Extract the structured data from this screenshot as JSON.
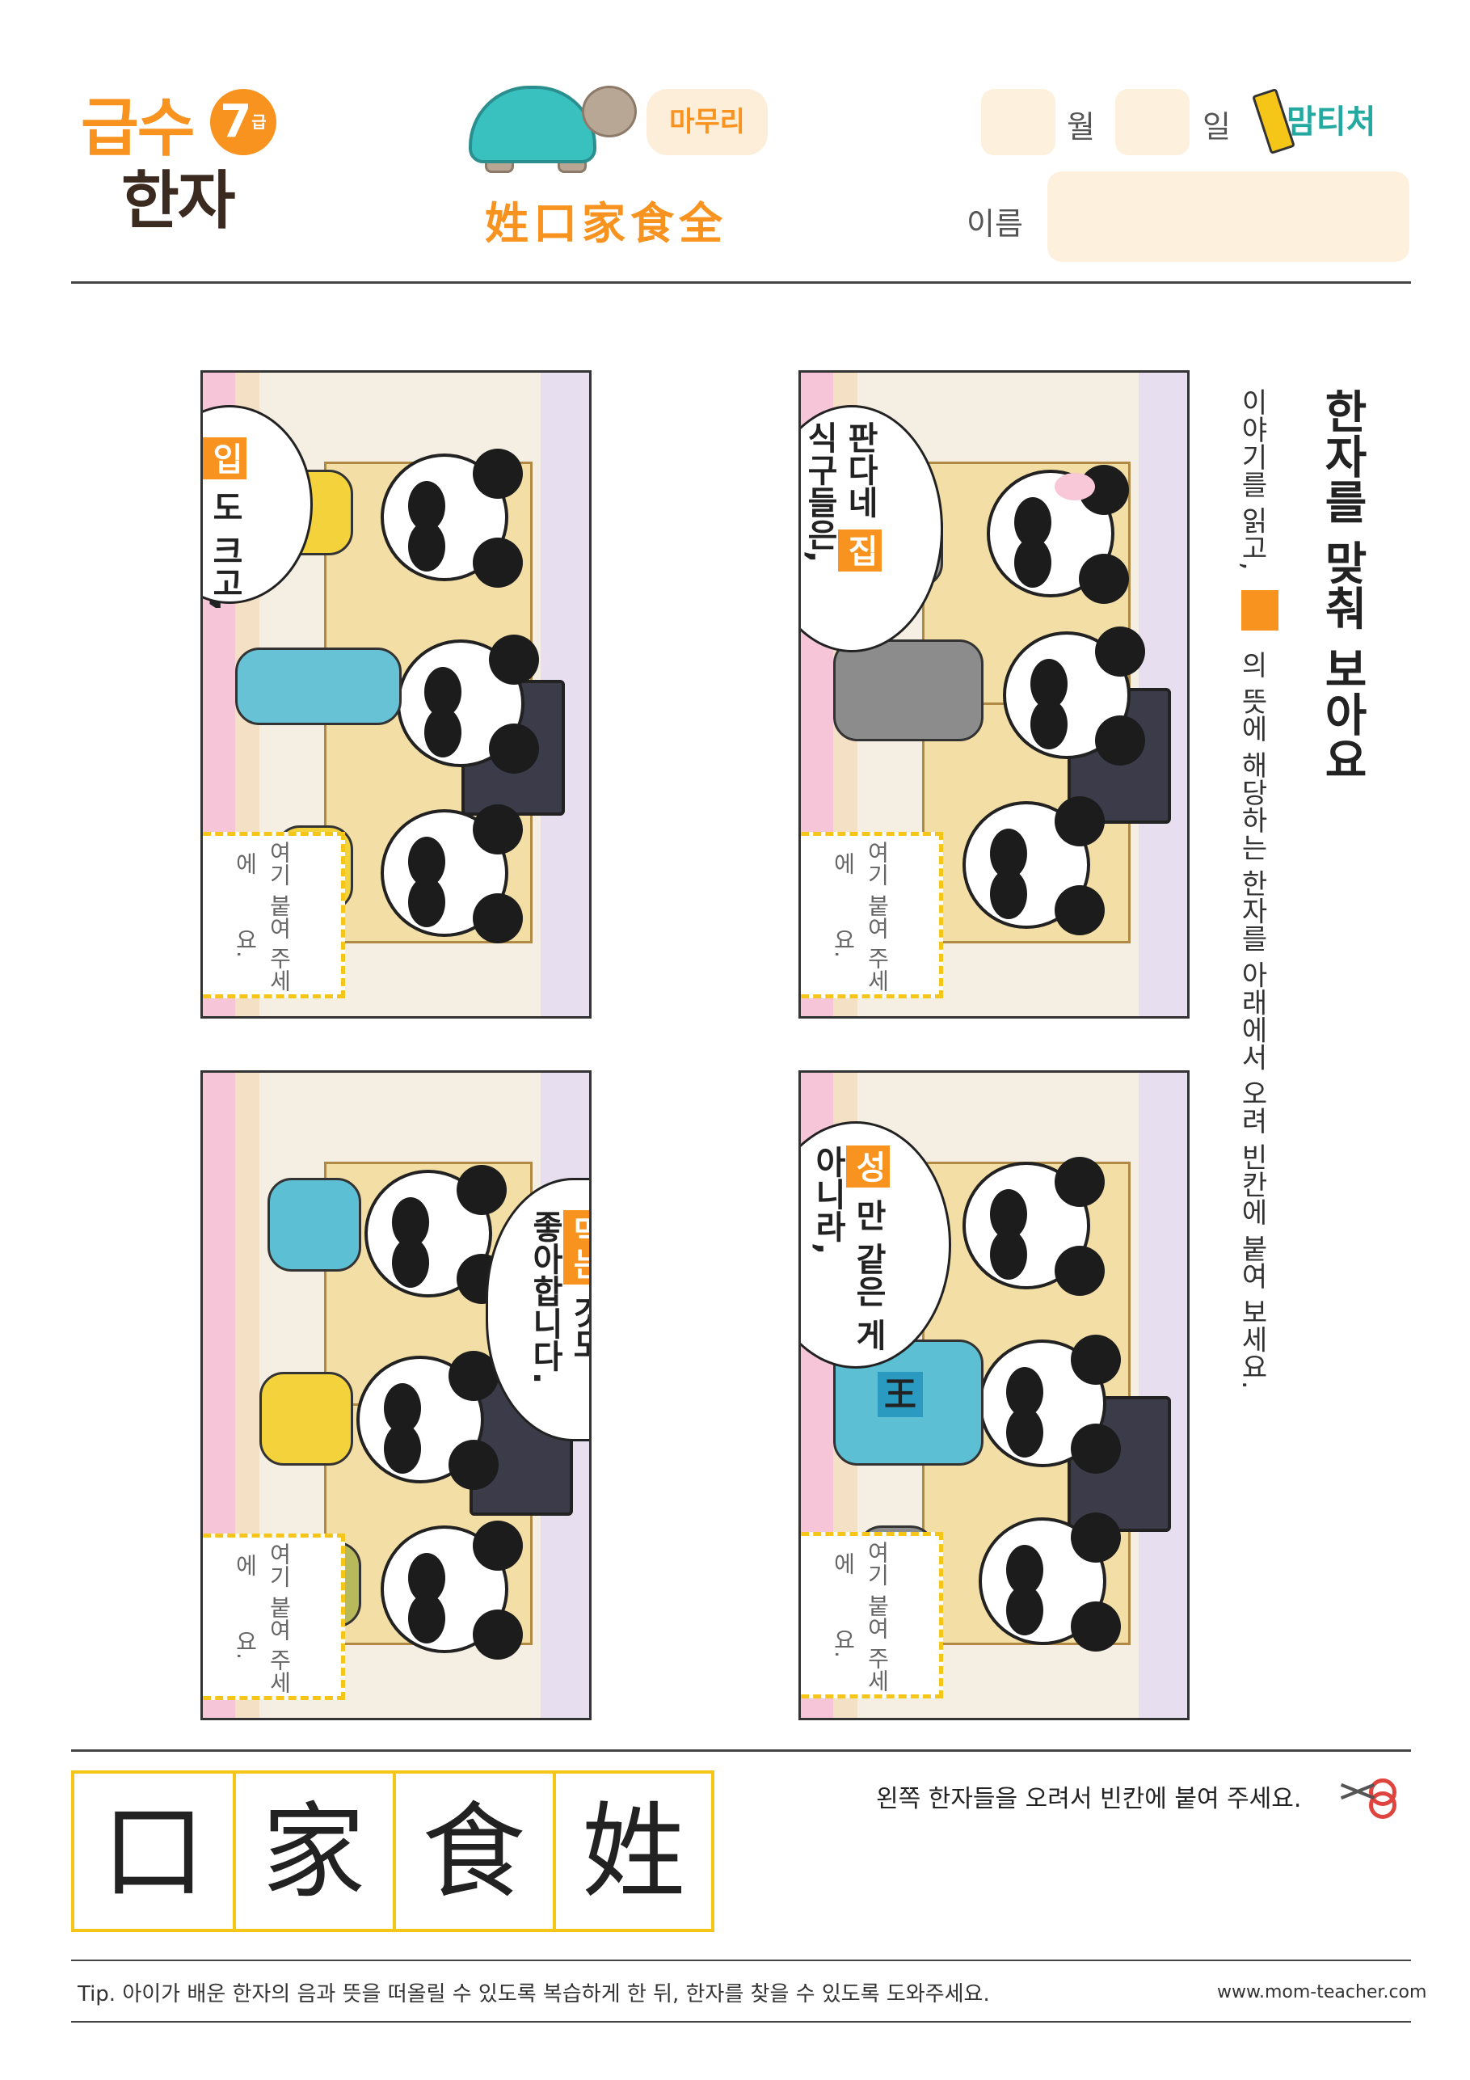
{
  "header": {
    "logo_top": "급수",
    "logo_bottom": "한자",
    "level": "7",
    "level_unit": "급",
    "review_label": "마무리",
    "title_hanja": "姓口家食全",
    "month_label": "월",
    "day_label": "일",
    "name_label": "이름",
    "brand": "맘티처"
  },
  "instructions": {
    "title": "한자를 맞춰 보아요",
    "line1_part1": "이야기를 읽고,",
    "line1_part2": "의 뜻에 해당하는 한자를 아래에서 오려 빈칸에 붙여 보세요."
  },
  "panels": [
    {
      "bubble_lines": [
        "판다네",
        "식구들은,"
      ],
      "highlight": "집",
      "paste_line1": "여기에",
      "paste_line2": "붙여 주세요."
    },
    {
      "bubble_lines": [
        "도 크고,"
      ],
      "highlight": "입",
      "paste_line1": "여기에",
      "paste_line2": "붙여 주세요."
    },
    {
      "bubble_lines": [
        "만 같은 게",
        "아니라,"
      ],
      "highlight": "성",
      "badge": "王",
      "paste_line1": "여기에",
      "paste_line2": "붙여 주세요."
    },
    {
      "bubble_lines": [
        "것도",
        "좋아합니다."
      ],
      "highlight": "먹는",
      "paste_line1": "여기에",
      "paste_line2": "붙여 주세요."
    }
  ],
  "hanja_cards": [
    "口",
    "家",
    "食",
    "姓"
  ],
  "cut_instruction": "왼쪽 한자들을 오려서 빈칸에 붙여 주세요.",
  "tip": "Tip. 아이가 배운 한자의 음과 뜻을 떠올릴 수 있도록 복습하게 한 뒤, 한자를 찾을 수 있도록 도와주세요.",
  "website": "www.mom-teacher.com",
  "colors": {
    "accent": "#f7931e",
    "dash": "#f5c518",
    "pill": "#fdeed9"
  }
}
